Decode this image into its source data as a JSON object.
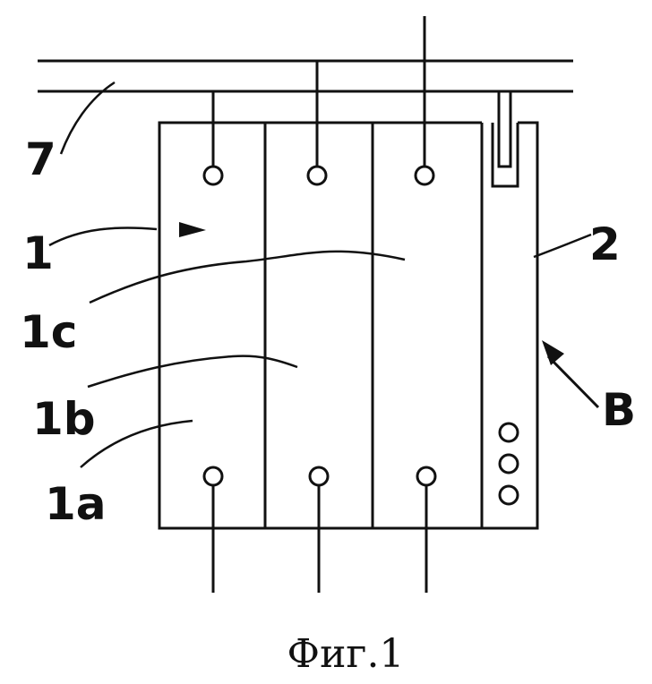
{
  "labels": {
    "bus": "7",
    "device": "1",
    "pole_c": "1c",
    "pole_b": "1b",
    "pole_a": "1a",
    "module": "2",
    "direction": "B"
  },
  "caption": "Фиг.1"
}
